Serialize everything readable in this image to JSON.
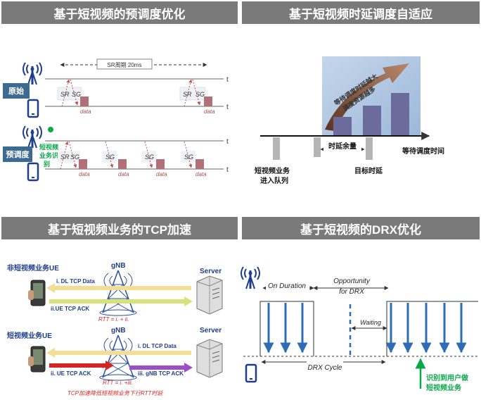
{
  "panels": {
    "p1": {
      "title": "基于短视频的预调度优化",
      "cycle_label": "SR周期 20ms",
      "row1_label": "原始",
      "row2_label": "预调度",
      "recognize_label": [
        "短视频",
        "业务识",
        "别"
      ],
      "sr": "SR",
      "sg": "SG",
      "data": "data",
      "t": "t"
    },
    "p2": {
      "title": "基于短视频时延调度自适应",
      "arrow_text": [
        "等待调度时延越大",
        "调度资源越多"
      ],
      "margin_label": "时延余量",
      "wait_label": "等待调度时间",
      "enqueue_label": [
        "短视频业务",
        "进入队列"
      ],
      "target_label": "目标时延"
    },
    "p3": {
      "title": "基于短视频业务的TCP加速",
      "ue_top": "非短视频业务UE",
      "ue_bottom": "短视频业务UE",
      "gnb": "gNB",
      "server": "Server",
      "dl_top": "i. DL TCP Data",
      "ack_top": "ii.UE TCP ACK",
      "rtt_top": "RTT = i. + ii.",
      "dl_bottom": "i. DL TCP Data",
      "ack_bottom": "ii. UE TCP ACK",
      "gnb_ack": "iii. gNB TCP ACK",
      "rtt_bottom": "RTT = i. +iii.",
      "footnote": "TCP加速降低短视频业务下行RTT时延"
    },
    "p4": {
      "title": "基于短视频的DRX优化",
      "on_duration": "On Duration",
      "opportunity": [
        "Opportunity",
        "for DRX"
      ],
      "waiting": "Waiting",
      "drx_cycle": "DRX Cycle",
      "recognize": [
        "识别到用户做",
        "短视频业务"
      ]
    }
  },
  "colors": {
    "banner": "#7a7a7a",
    "data_block": "#b07078",
    "tower_blue": "#1e3d8c",
    "bar_purple": "#6b6b9e",
    "sky_bg": "#a8c0de",
    "green_recognize": "#0aa84a",
    "label_tag": "#3d6a91",
    "drx_arrow": "#2e6cb5",
    "gnb_ack_arrow": "#9a4fc9",
    "ack_arrow": "#d8e27a",
    "data_arrow": "#f2de94",
    "red_arrow": "#d42424"
  }
}
